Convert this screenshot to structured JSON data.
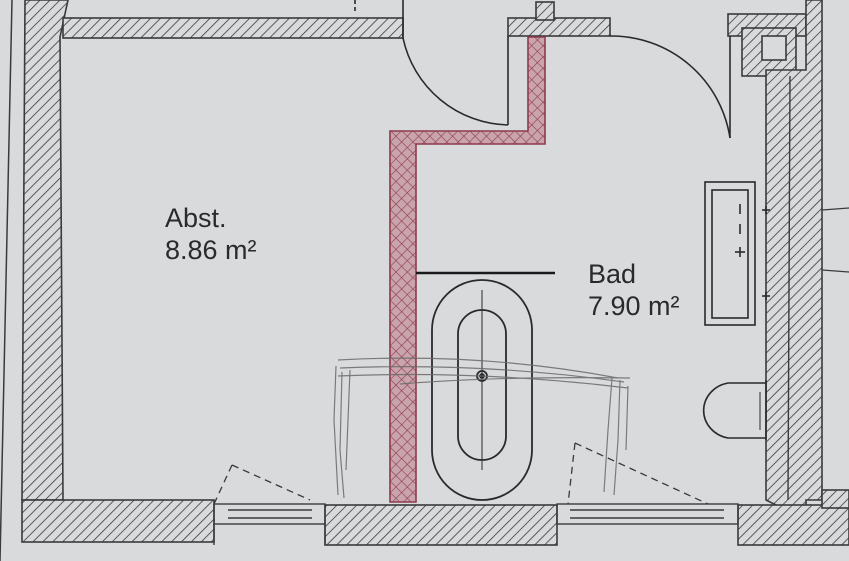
{
  "rooms": {
    "abst": {
      "name": "Abst.",
      "area": "8.86 m²"
    },
    "bad": {
      "name": "Bad",
      "area": "7.90 m²"
    }
  },
  "colors": {
    "paper": "#d9dadc",
    "wall_line": "#3a3a3a",
    "new_wall_fill": "#c9a4ac",
    "new_wall_line": "#8e3b4d",
    "pencil": "#6a6a6a"
  },
  "icons": [
    "wall-hatch",
    "door-swing",
    "window",
    "bathtub",
    "sink",
    "toilet",
    "pencil-sketch"
  ]
}
